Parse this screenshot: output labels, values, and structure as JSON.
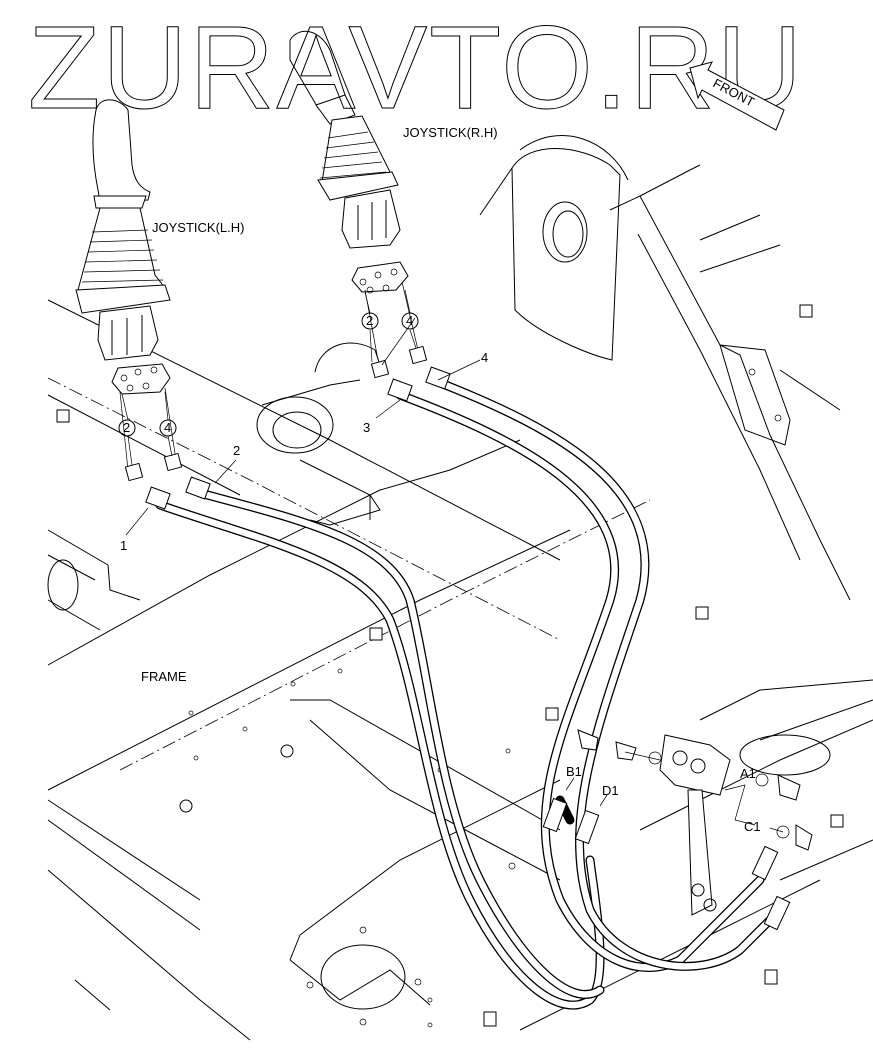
{
  "watermark": "ZURAVTO.RU",
  "direction_indicator": "FRONT",
  "components": {
    "joystick_left": "JOYSTICK(L.H)",
    "joystick_right": "JOYSTICK(R.H)",
    "frame": "FRAME"
  },
  "callouts": {
    "hose_1": "1",
    "hose_2": "2",
    "hose_3": "3",
    "hose_4": "4",
    "port_2_left": "2",
    "port_4_left": "4",
    "port_2_right": "2",
    "port_4_right": "4"
  },
  "valve_ports": {
    "a1": "A1",
    "b1": "B1",
    "c1": "C1",
    "d1": "D1"
  }
}
